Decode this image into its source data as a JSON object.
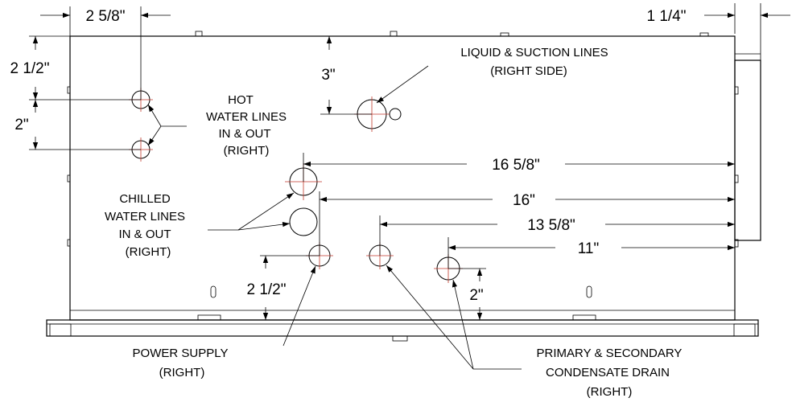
{
  "dimensions": {
    "d_2_5_8": "2 5/8\"",
    "d_1_1_4": "1 1/4\"",
    "d_2_1_2_top": "2 1/2\"",
    "d_3": "3\"",
    "d_2_left": "2\"",
    "d_16_5_8": "16 5/8\"",
    "d_16": "16\"",
    "d_13_5_8": "13 5/8\"",
    "d_11": "11\"",
    "d_2_1_2_bottom": "2 1/2\"",
    "d_2_bottom": "2\""
  },
  "labels": {
    "liquid_suction": [
      "LIQUID & SUCTION LINES",
      "(RIGHT SIDE)"
    ],
    "hot_water": [
      "HOT",
      "WATER LINES",
      "IN & OUT",
      "(RIGHT)"
    ],
    "chilled_water": [
      "CHILLED",
      "WATER LINES",
      "IN & OUT",
      "(RIGHT)"
    ],
    "power_supply": [
      "POWER SUPPLY",
      "(RIGHT)"
    ],
    "condensate": [
      "PRIMARY & SECONDARY",
      "CONDENSATE DRAIN",
      "(RIGHT)"
    ]
  }
}
